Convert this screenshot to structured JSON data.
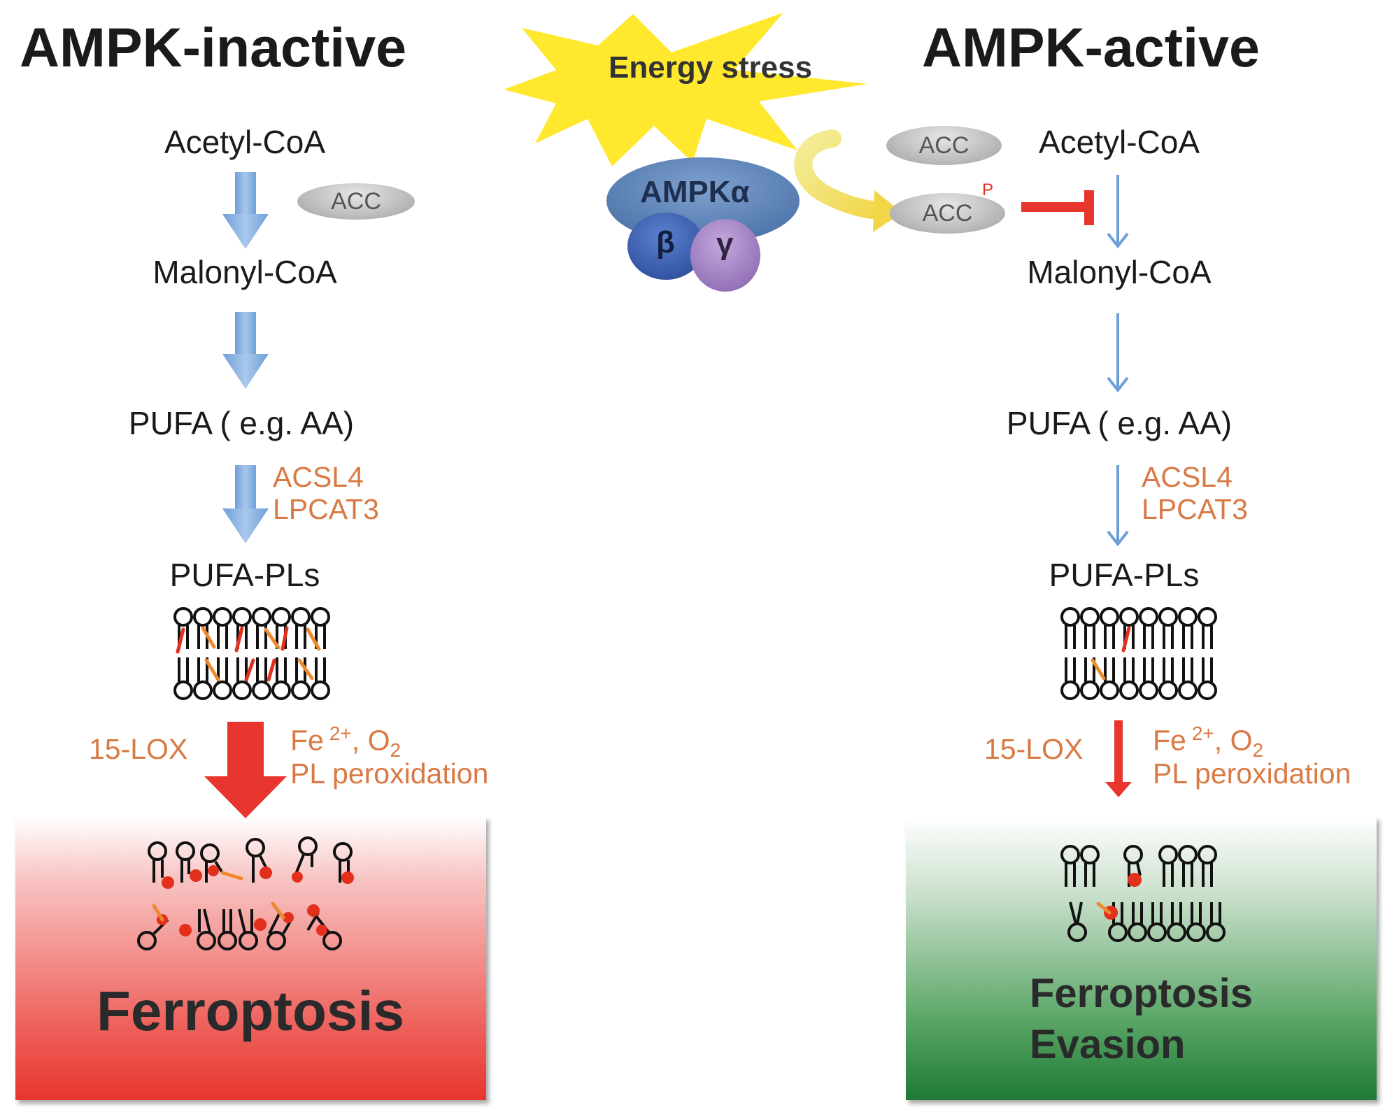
{
  "left": {
    "title": "AMPK-inactive",
    "acetyl_coa": "Acetyl-CoA",
    "acc": "ACC",
    "malonyl_coa": "Malonyl-CoA",
    "pufa": "PUFA ( e.g. AA)",
    "acsl4": "ACSL4",
    "lpcat3": "LPCAT3",
    "pufa_pls": "PUFA-PLs",
    "lox": "15-LOX",
    "fe_prefix": "Fe",
    "fe_sup": "2+",
    "o2_prefix": ", O",
    "o2_sub": "2",
    "pl_perox": "PL peroxidation",
    "outcome": "Ferroptosis",
    "outcome_color": "#e8352e"
  },
  "center": {
    "energy_stress": "Energy stress",
    "ampk_alpha": "AMPKα",
    "beta": "β",
    "gamma": "γ",
    "acc_top": "ACC",
    "acc_p": "ACC",
    "phospho": "P",
    "burst_color": "#ffe82e",
    "alpha_color": "#5d83b6",
    "beta_color": "#3c62b5",
    "gamma_color": "#a483c2",
    "inhibit_color": "#e8352e"
  },
  "right": {
    "title": "AMPK-active",
    "acetyl_coa": "Acetyl-CoA",
    "malonyl_coa": "Malonyl-CoA",
    "pufa": "PUFA ( e.g. AA)",
    "acsl4": "ACSL4",
    "lpcat3": "LPCAT3",
    "pufa_pls": "PUFA-PLs",
    "lox": "15-LOX",
    "fe_prefix": "Fe",
    "fe_sup": "2+",
    "o2_prefix": ", O",
    "o2_sub": "2",
    "pl_perox": "PL peroxidation",
    "outcome_line1": "Ferroptosis",
    "outcome_line2": "Evasion",
    "outcome_color": "#1e7a35"
  },
  "colors": {
    "arrow_blue": "#8db4e0",
    "arrow_red": "#e8352e",
    "enzyme_orange": "#d97a45"
  }
}
